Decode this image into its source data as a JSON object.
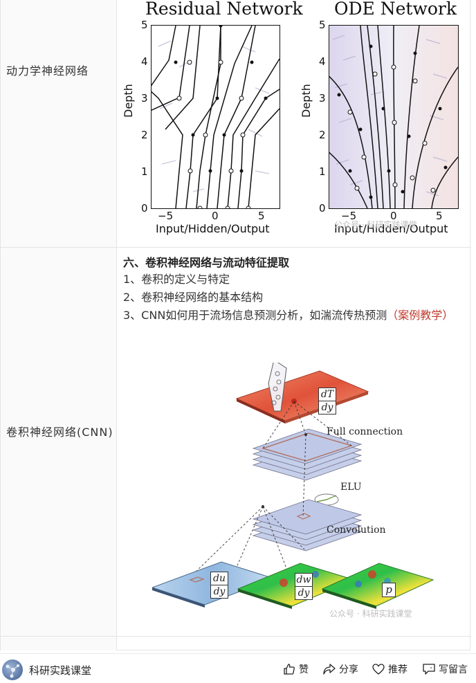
{
  "rows": {
    "r1_label": "动力学神经网络",
    "r2_label": "卷积神经网络(CNN)"
  },
  "figure1": {
    "left_title": "Residual Network",
    "right_title": "ODE Network",
    "y_label": "Depth",
    "x_label": "Input/Hidden/Output",
    "y_ticks": [
      "0",
      "1",
      "2",
      "3",
      "4",
      "5"
    ],
    "x_ticks": [
      "−5",
      "0",
      "5"
    ]
  },
  "section": {
    "title": "六、卷积神经网络与流动特征提取",
    "items": [
      "1、卷积的定义与特定",
      "2、卷积神经网络的基本结构",
      "3、CNN如何用于流场信息预测分析，如湍流传热预测"
    ],
    "case_tag": "（案例教学）"
  },
  "figure2": {
    "out_label_top": "dT",
    "out_label_bot": "dy",
    "full_connection": "Full connection",
    "elu": "ELU",
    "convolution": "Convolution",
    "in1_top": "du",
    "in1_bot": "dy",
    "in2_top": "dw",
    "in2_bot": "dy",
    "in3": "p"
  },
  "watermark": "公众号 · 科研实践课堂",
  "bottom_bar": {
    "account": "科研实践课堂",
    "like": "赞",
    "share": "分享",
    "recommend": "推荐",
    "comment": "写留言"
  },
  "colors": {
    "case_tag": "#c0392b",
    "heat_red": "#e0533a",
    "field_blue": "#9fc3e4",
    "field_green": "#34c43a"
  }
}
